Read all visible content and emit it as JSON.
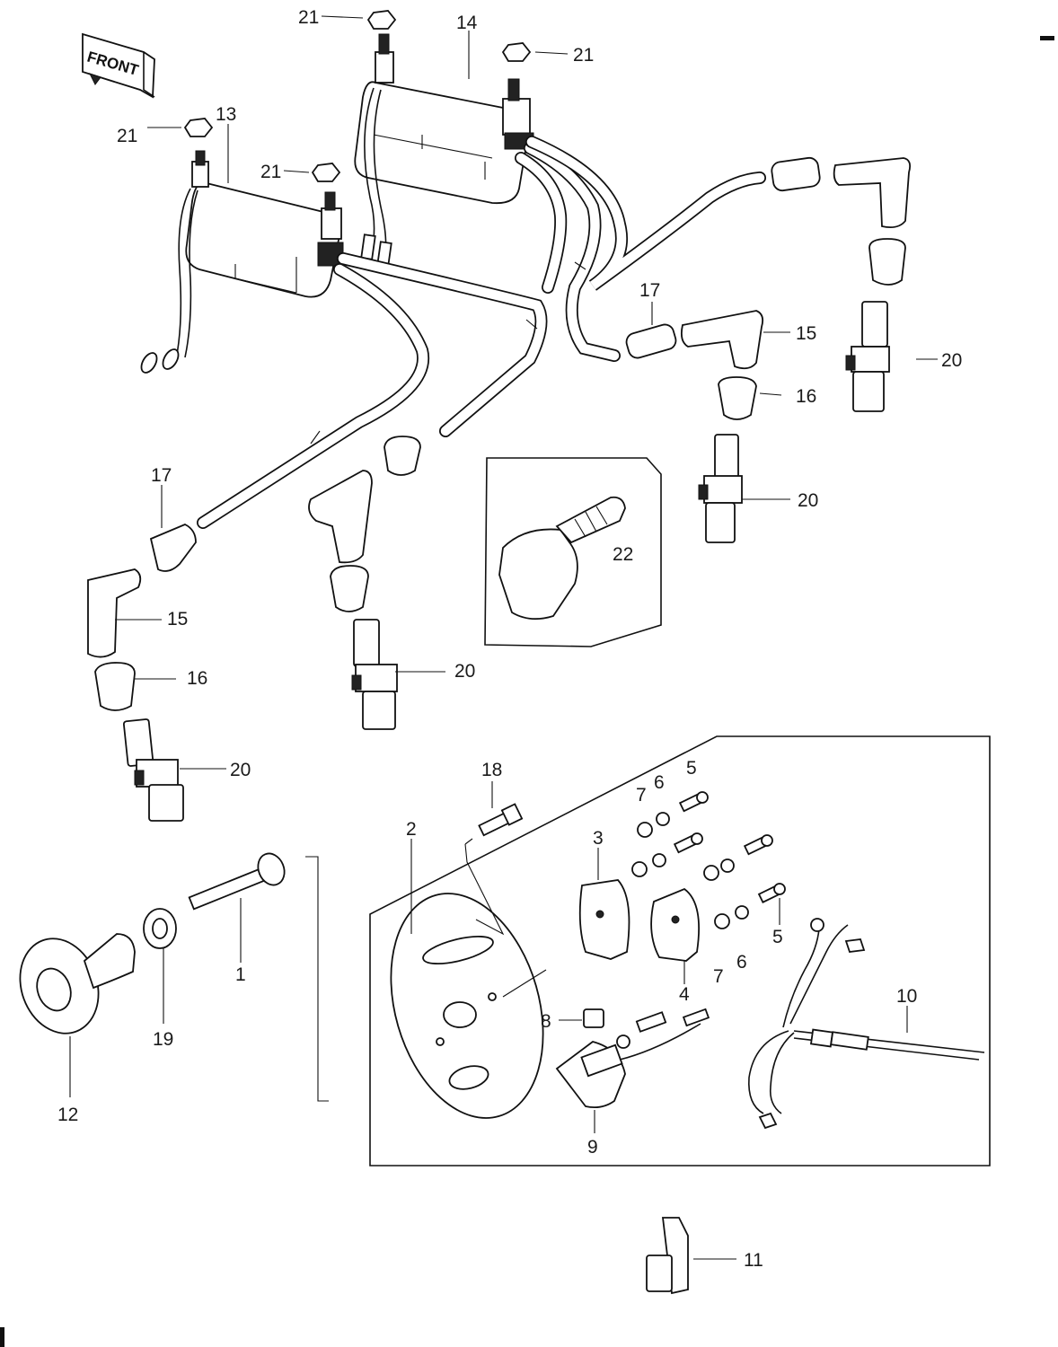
{
  "front_sign": {
    "text": "FRONT"
  },
  "callouts": [
    {
      "id": "c21a",
      "text": "21"
    },
    {
      "id": "c14",
      "text": "14"
    },
    {
      "id": "c21b",
      "text": "21"
    },
    {
      "id": "c21c",
      "text": "21"
    },
    {
      "id": "c13",
      "text": "13"
    },
    {
      "id": "c21d",
      "text": "21"
    },
    {
      "id": "c17a",
      "text": "17"
    },
    {
      "id": "c15a",
      "text": "15"
    },
    {
      "id": "c20a",
      "text": "20"
    },
    {
      "id": "c16a",
      "text": "16"
    },
    {
      "id": "c20b",
      "text": "20"
    },
    {
      "id": "c17b",
      "text": "17"
    },
    {
      "id": "c22",
      "text": "22"
    },
    {
      "id": "c15b",
      "text": "15"
    },
    {
      "id": "c16b",
      "text": "16"
    },
    {
      "id": "c20c",
      "text": "20"
    },
    {
      "id": "c20d",
      "text": "20"
    },
    {
      "id": "c18a",
      "text": "18"
    },
    {
      "id": "c7a",
      "text": "7"
    },
    {
      "id": "c6a",
      "text": "6"
    },
    {
      "id": "c5a",
      "text": "5"
    },
    {
      "id": "c2",
      "text": "2"
    },
    {
      "id": "c3",
      "text": "3"
    },
    {
      "id": "c1",
      "text": "1"
    },
    {
      "id": "c19",
      "text": "19"
    },
    {
      "id": "c5b",
      "text": "5"
    },
    {
      "id": "c6b",
      "text": "6"
    },
    {
      "id": "c7b",
      "text": "7"
    },
    {
      "id": "c4",
      "text": "4"
    },
    {
      "id": "c10",
      "text": "10"
    },
    {
      "id": "c8",
      "text": "8"
    },
    {
      "id": "c12",
      "text": "12"
    },
    {
      "id": "c9",
      "text": "9"
    },
    {
      "id": "c11",
      "text": "11"
    }
  ]
}
